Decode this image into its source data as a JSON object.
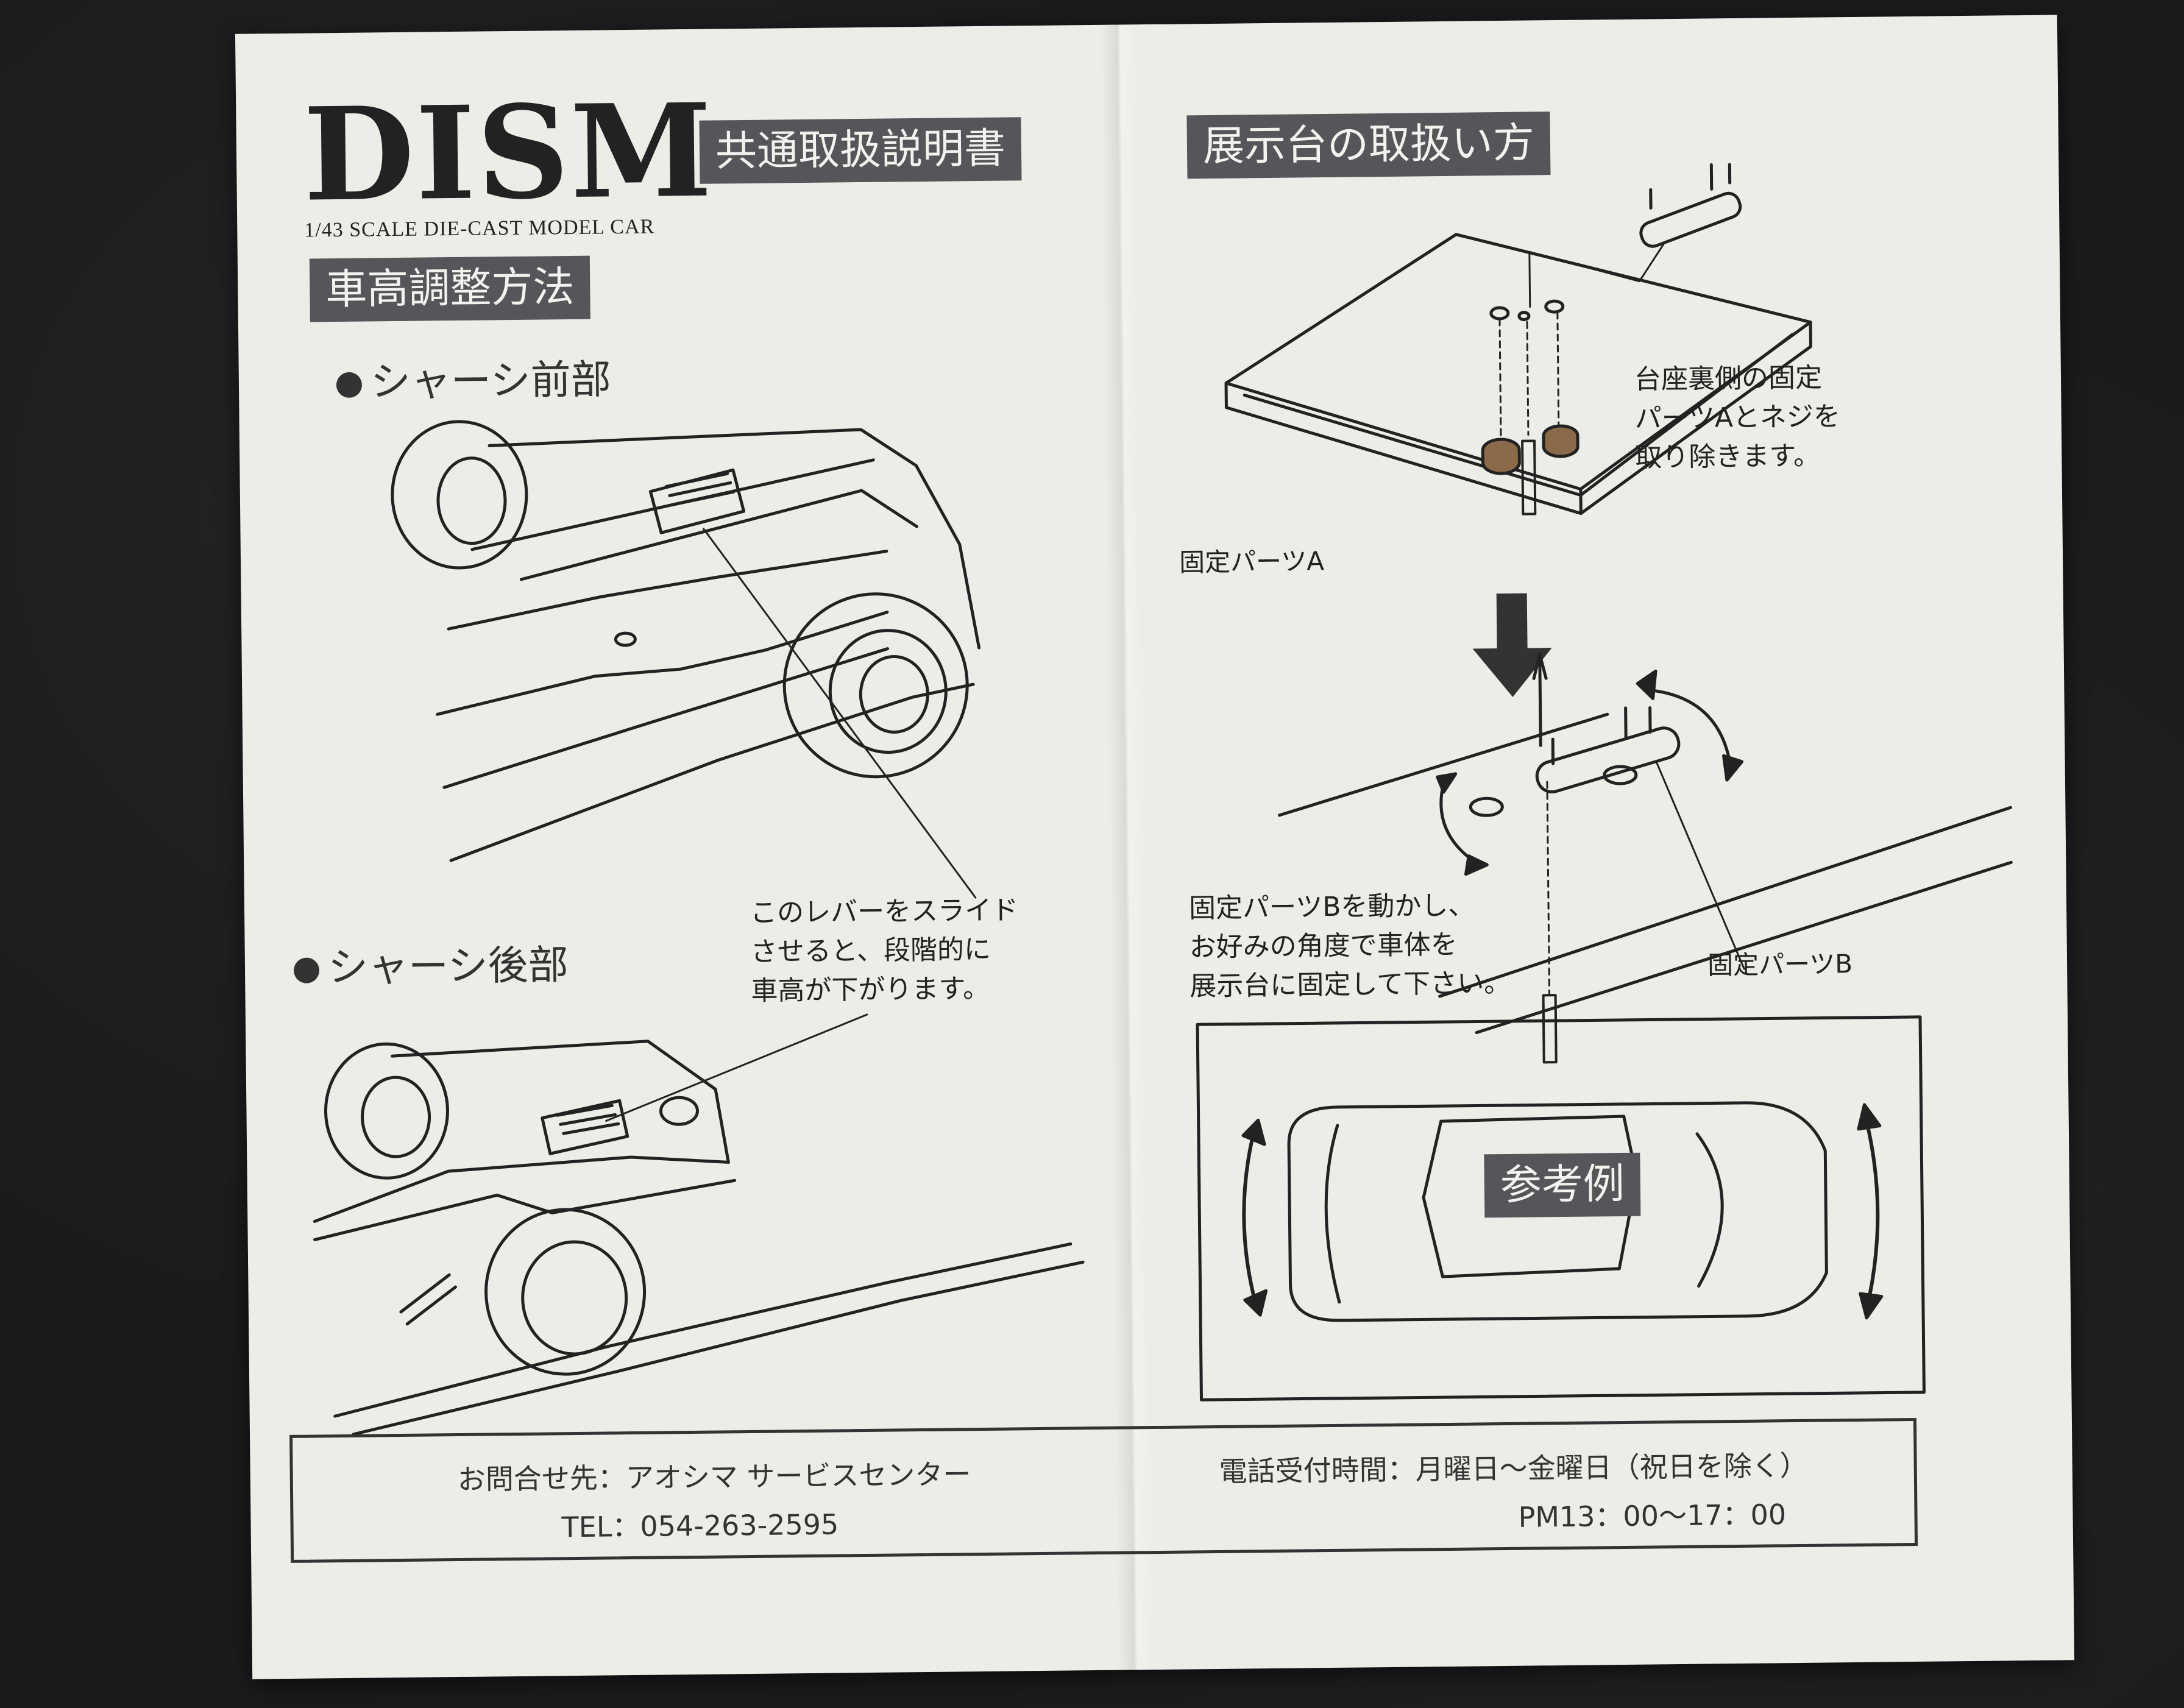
{
  "brand": {
    "logo": "DISM",
    "subtitle": "1/43 SCALE DIE-CAST MODEL CAR"
  },
  "headings": {
    "common_manual": "共通取扱説明書",
    "stand_usage": "展示台の取扱い方",
    "ride_height": "車高調整方法",
    "example": "参考例"
  },
  "ride_height_section": {
    "front_label": "シャーシ前部",
    "rear_label": "シャーシ後部",
    "lever_note": [
      "このレバーをスライド",
      "させると、段階的に",
      "車高が下がります。"
    ]
  },
  "stand_section": {
    "remove_note": [
      "台座裏側の固定",
      "パーツAとネジを",
      "取り除きます。"
    ],
    "part_a_label": "固定パーツA",
    "part_b_label": "固定パーツB",
    "fix_note": [
      "固定パーツBを動かし、",
      "お好みの角度で車体を",
      "展示台に固定して下さい。"
    ]
  },
  "footer": {
    "contact": "お問合せ先：アオシマ サービスセンター",
    "tel": "TEL：054-263-2595",
    "hours_label": "電話受付時間：月曜日～金曜日（祝日を除く）",
    "hours": "PM13：00～17：00"
  }
}
